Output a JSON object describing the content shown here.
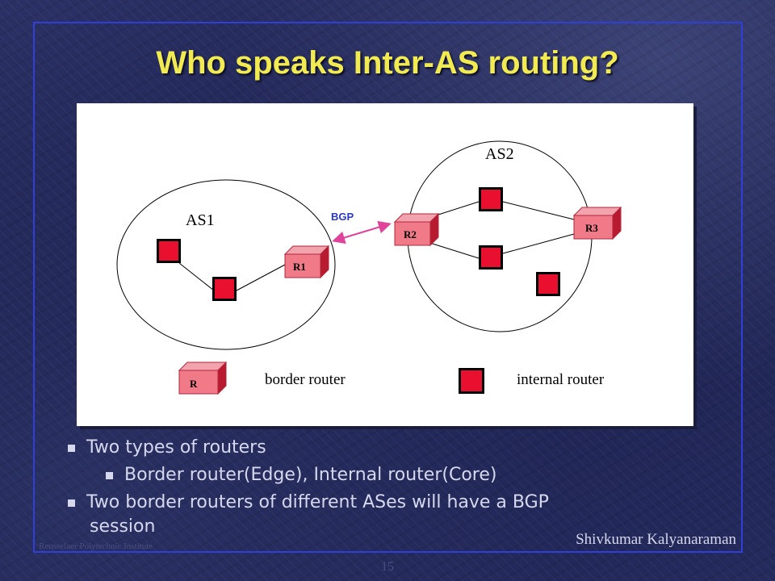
{
  "slide": {
    "title": "Who speaks Inter-AS routing?",
    "footer_left": "Rensselaer Polytechnic Institute",
    "footer_right": "Shivkumar Kalyanaraman",
    "page_number": "15"
  },
  "diagram": {
    "as1_label": "AS1",
    "as2_label": "AS2",
    "bgp_label": "BGP",
    "r1_label": "R1",
    "r2_label": "R2",
    "r3_label": "R3",
    "legend_border_icon_label": "R",
    "legend_border_text": "border router",
    "legend_internal_text": "internal router",
    "colors": {
      "router_fill": "#e8102e",
      "border_router_fill": "#f07a88",
      "bgp_link": "#e0439a",
      "bgp_text": "#2a39c8"
    }
  },
  "bullets": {
    "b1": "Two types of routers",
    "b1_sub": "Border router(Edge), Internal router(Core)",
    "b2": "Two border routers of different ASes will have a BGP",
    "b2_cont": "session"
  }
}
